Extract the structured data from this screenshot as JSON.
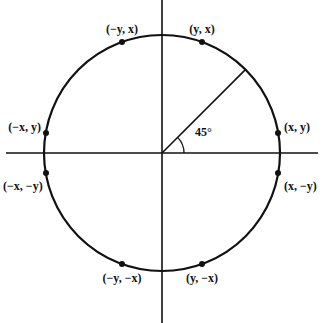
{
  "diagram": {
    "labels": [
      "(−y, x)",
      "(y, x)",
      "(−x, y)",
      "45°",
      "(x, y)",
      "(−x, −y)",
      "(x, −y)",
      "(−y, −x)",
      "(y, −x)"
    ]
  }
}
